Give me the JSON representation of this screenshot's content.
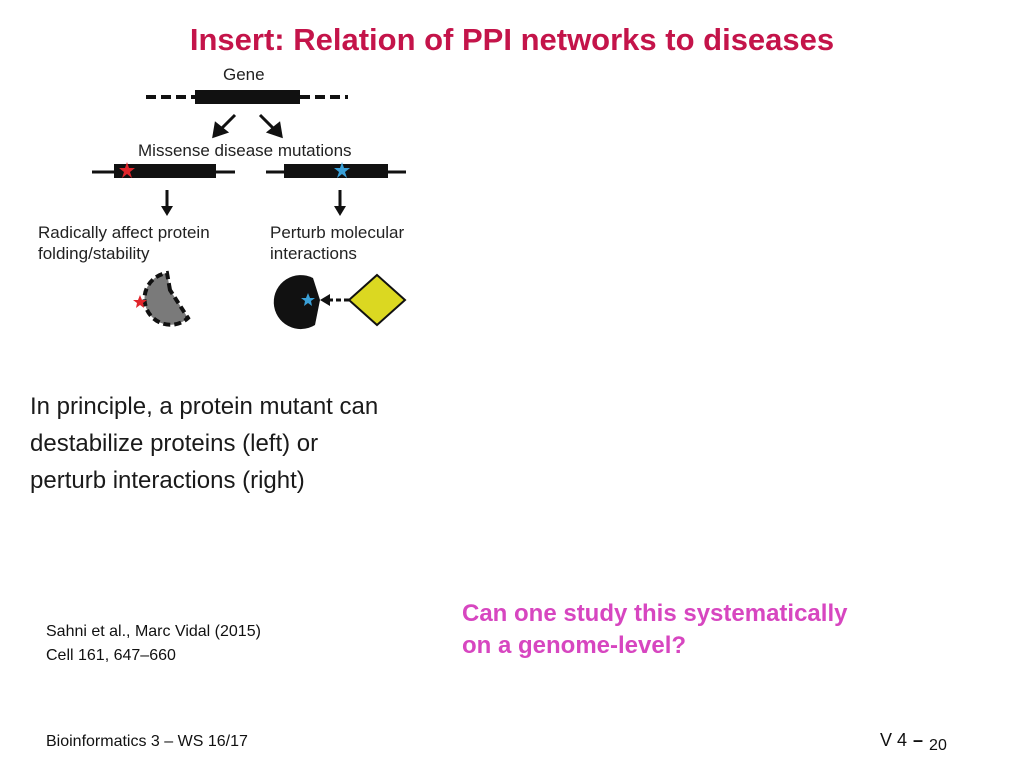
{
  "slide": {
    "title": "Insert: Relation of PPI networks to diseases",
    "figure": {
      "gene_label": "Gene",
      "mutations_label": "Missense disease mutations",
      "left_label_line1": "Radically affect protein",
      "left_label_line2": "folding/stability",
      "right_label_line1": "Perturb molecular",
      "right_label_line2": "interactions",
      "colors": {
        "left_star": "#e0252b",
        "right_star": "#3aa0d8",
        "partner_diamond": "#dbd821",
        "protein_grey": "#7a7a7a",
        "protein_black": "#111111"
      }
    },
    "body_line1": "In principle, a protein mutant can",
    "body_line2": "destabilize proteins (left) or",
    "body_line3": "perturb interactions (right)",
    "citation_line1": "Sahni et al., Marc Vidal (2015)",
    "citation_line2": "Cell 161, 647–660",
    "question_line1": "Can one study this systematically",
    "question_line2": "on a genome-level?",
    "footer_left": "Bioinformatics 3 – WS 16/17",
    "footer_version": "V 4",
    "footer_dash": "–",
    "footer_page": "20"
  }
}
